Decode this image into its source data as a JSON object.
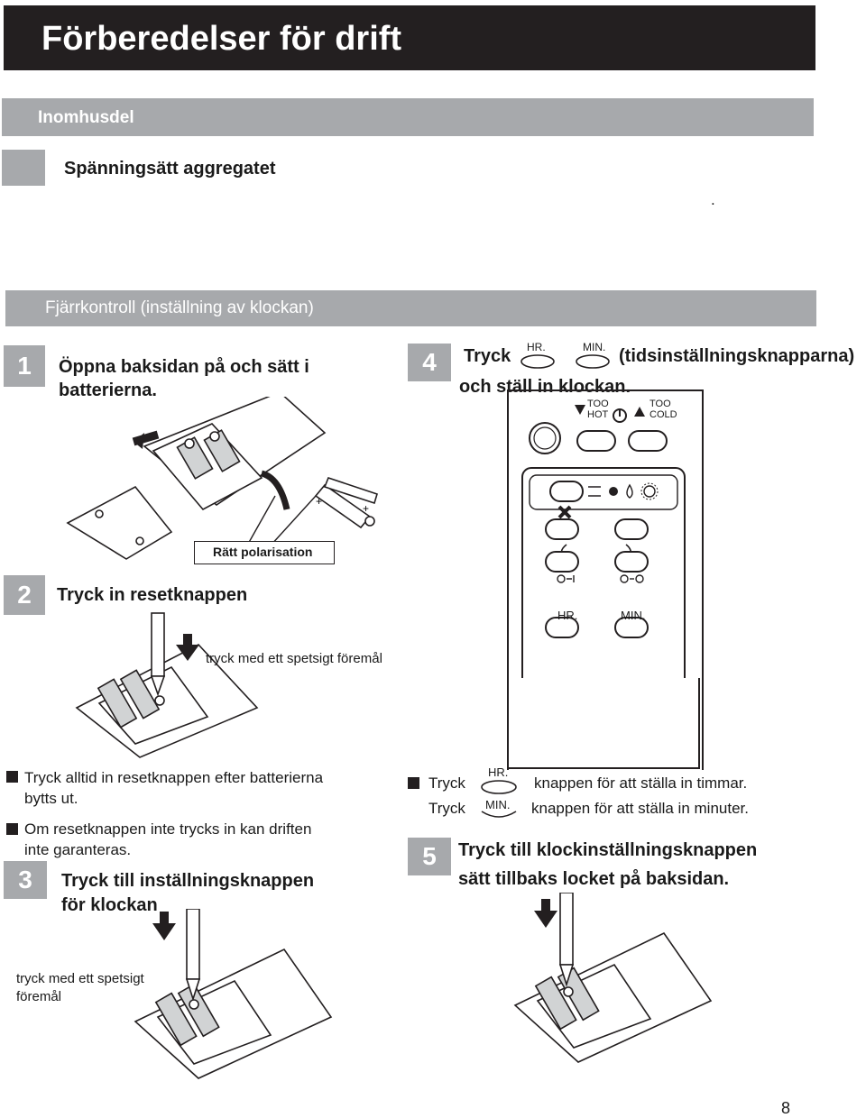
{
  "title": "Förberedelser för drift",
  "sections": {
    "indoor": "Inomhusdel",
    "power_heading": "Spänningsätt aggregatet",
    "power_dot": ".",
    "remote": "Fjärrkontroll (inställning av klockan)"
  },
  "steps": {
    "s1": {
      "number": "1",
      "text_line1": "Öppna baksidan på och sätt i",
      "text_line2": "batterierna."
    },
    "s2": {
      "number": "2",
      "text": "Tryck in resetknappen"
    },
    "s3": {
      "number": "3",
      "text_line1": "Tryck till inställningsknappen",
      "text_line2": "för klockan"
    },
    "s4": {
      "number": "4",
      "tryck": "Tryck",
      "hr": "HR.",
      "min": "MIN.",
      "paren": "(tidsinställningsknapparna)",
      "line2": "och ställ in klockan."
    },
    "s5": {
      "number": "5",
      "line1": "Tryck till klockinställningsknappen",
      "line2": "sätt tillbaks locket på baksidan."
    }
  },
  "labels": {
    "polarity": "Rätt polarisation",
    "press_pointed": "tryck med ett spetsigt föremål",
    "press_pointed_l1": "tryck med ett spetsigt",
    "press_pointed_l2": "föremål"
  },
  "notes": {
    "n1_l1": "Tryck alltid in resetknappen efter batterierna",
    "n1_l2": "bytts ut.",
    "n2_l1": "Om resetknappen inte trycks in kan driften",
    "n2_l2": "inte garanteras.",
    "hr_tryck": "Tryck",
    "hr_label": "HR.",
    "hr_text": "knappen för att ställa in timmar.",
    "min_tryck": "Tryck",
    "min_label": "MIN.",
    "min_text": "knappen för att ställa in minuter."
  },
  "remote": {
    "too_hot_l1": "TOO",
    "too_hot_l2": "HOT",
    "too_cold_l1": "TOO",
    "too_cold_l2": "COLD",
    "hr": "HR.",
    "min": "MIN."
  },
  "page_number": "8"
}
